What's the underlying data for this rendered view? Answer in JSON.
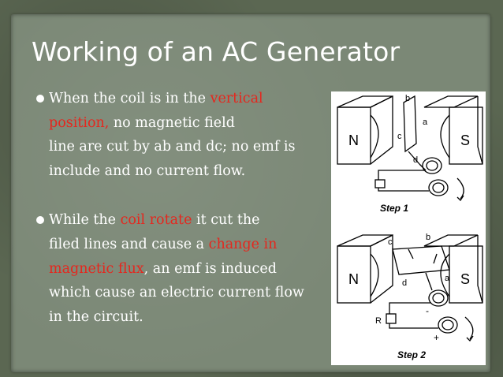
{
  "title": "Working of an AC Generator",
  "bullets": [
    {
      "lines": [
        [
          {
            "text": "When the coil is in the ",
            "red": false
          },
          {
            "text": "vertical",
            "red": true
          }
        ],
        [
          {
            "text": "position,",
            "red": true
          },
          {
            "text": " no magnetic field",
            "red": false
          }
        ],
        [
          {
            "text": "line are cut by ab and dc; no emf is",
            "red": false
          }
        ],
        [
          {
            "text": "include and no current flow.",
            "red": false
          }
        ]
      ]
    },
    {
      "lines": [
        [
          {
            "text": "While the ",
            "red": false
          },
          {
            "text": "coil rotate",
            "red": true
          },
          {
            "text": " it cut the",
            "red": false
          }
        ],
        [
          {
            "text": "filed lines and cause a ",
            "red": false
          },
          {
            "text": "change in",
            "red": true
          }
        ],
        [
          {
            "text": "magnetic flux",
            "red": true
          },
          {
            "text": ", an emf is induced",
            "red": false
          }
        ],
        [
          {
            "text": "which cause an electric current flow",
            "red": false
          }
        ],
        [
          {
            "text": "in the circuit.",
            "red": false
          }
        ]
      ]
    }
  ],
  "figure": {
    "step1": {
      "caption": "Step 1",
      "north": "N",
      "south": "S",
      "labels": [
        "b",
        "a",
        "c",
        "d"
      ]
    },
    "step2": {
      "caption": "Step 2",
      "north": "N",
      "south": "S",
      "labels": [
        "c",
        "b",
        "d",
        "a"
      ],
      "resistor": "R",
      "minus": "-",
      "plus": "+"
    }
  },
  "colors": {
    "background": "#5b6752",
    "panel": "#7b8876",
    "text": "#ffffff",
    "highlight": "#e5271e"
  }
}
